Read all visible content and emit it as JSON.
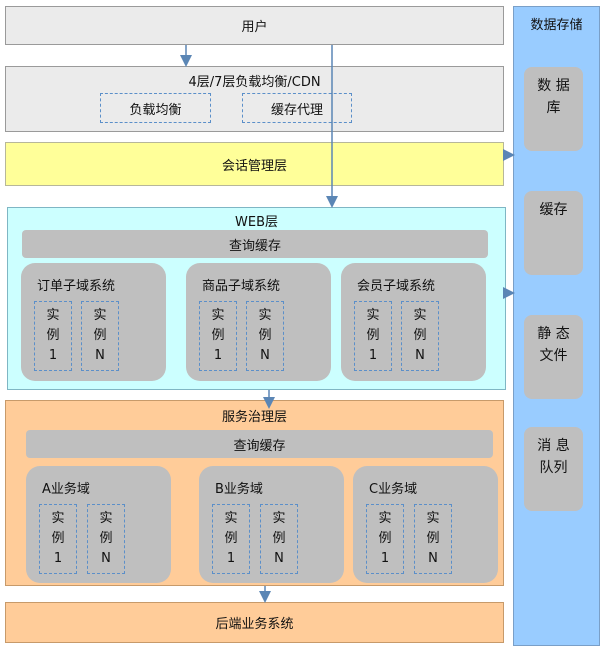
{
  "user": {
    "label": "用户"
  },
  "lb_layer": {
    "title": "4层/7层负载均衡/CDN",
    "items": [
      "负载均衡",
      "缓存代理"
    ]
  },
  "session_layer": {
    "label": "会话管理层"
  },
  "web_layer": {
    "title": "WEB层",
    "cache": "查询缓存",
    "domains": [
      {
        "label": "订单子域系统",
        "instances": [
          [
            "实",
            "例",
            "1"
          ],
          [
            "实",
            "例",
            "N"
          ]
        ]
      },
      {
        "label": "商品子域系统",
        "instances": [
          [
            "实",
            "例",
            "1"
          ],
          [
            "实",
            "例",
            "N"
          ]
        ]
      },
      {
        "label": "会员子域系统",
        "instances": [
          [
            "实",
            "例",
            "1"
          ],
          [
            "实",
            "例",
            "N"
          ]
        ]
      }
    ]
  },
  "service_layer": {
    "title": "服务治理层",
    "cache": "查询缓存",
    "domains": [
      {
        "label": "A业务域",
        "instances": [
          [
            "实",
            "例",
            "1"
          ],
          [
            "实",
            "例",
            "N"
          ]
        ]
      },
      {
        "label": "B业务域",
        "instances": [
          [
            "实",
            "例",
            "1"
          ],
          [
            "实",
            "例",
            "N"
          ]
        ]
      },
      {
        "label": "C业务域",
        "instances": [
          [
            "实",
            "例",
            "1"
          ],
          [
            "实",
            "例",
            "N"
          ]
        ]
      }
    ]
  },
  "backend": {
    "label": "后端业务系统"
  },
  "storage": {
    "title": "数据存储",
    "items": [
      [
        "数 据",
        "库"
      ],
      [
        "缓存"
      ],
      [
        "静 态",
        "文件"
      ],
      [
        "消 息",
        "队列"
      ]
    ]
  },
  "colors": {
    "arrow": "#5b86b5",
    "storage": "#99ccff",
    "web": "#ccffff",
    "service": "#ffcc99",
    "session": "#ffff99"
  }
}
